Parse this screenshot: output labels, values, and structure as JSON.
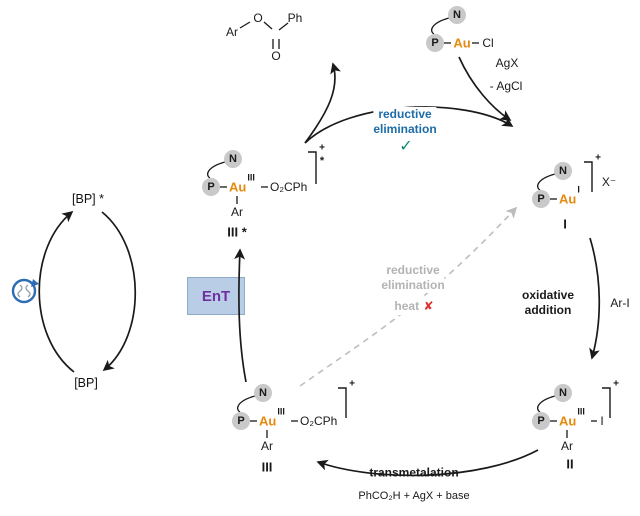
{
  "colors": {
    "au": "#e6890f",
    "accent_blue": "#1b6ca8",
    "check_green": "#0f8b78",
    "cross_red": "#e03131",
    "ent_purple": "#7030a0",
    "ent_box_bg": "#b9cde7",
    "ent_box_border": "#8fa9c9",
    "muted_gray": "#b3b3b3",
    "atom_circle_gray": "#c9c9c9",
    "photon_blue": "#2e6db4"
  },
  "product": {
    "ar": "Ar",
    "o_ester": "O",
    "o_carbonyl": "O",
    "ph": "Ph"
  },
  "precatalyst": {
    "n": "N",
    "p": "P",
    "au": "Au",
    "cl": "Cl"
  },
  "activation": {
    "reagent": "AgX",
    "byproduct": "- AgCl"
  },
  "reductive_elimination": {
    "line1": "reductive",
    "line2": "elimination",
    "check": "✓"
  },
  "complex_I": {
    "n": "N",
    "p": "P",
    "au": "Au",
    "ox": "I",
    "charge": "+",
    "counterion": "X⁻",
    "label": "I"
  },
  "oxidative_addition": {
    "line1": "oxidative",
    "line2": "addition",
    "reagent": "Ar-I"
  },
  "complex_II": {
    "n": "N",
    "p": "P",
    "au": "Au",
    "ox": "III",
    "ligand": "I",
    "ar": "Ar",
    "charge": "+",
    "label": "II"
  },
  "transmetalation": {
    "label": "transmetalation",
    "reagents": "PhCO₂H + AgX + base"
  },
  "complex_III": {
    "n": "N",
    "p": "P",
    "au": "Au",
    "ox": "III",
    "ligand": "O₂CPh",
    "ar": "Ar",
    "charge": "+",
    "label": "III"
  },
  "complex_III_star": {
    "n": "N",
    "p": "P",
    "au": "Au",
    "ox": "III",
    "ligand": "O₂CPh",
    "ar": "Ar",
    "charge": "+",
    "star": "*",
    "label": "III *"
  },
  "energy_transfer": {
    "label": "EnT"
  },
  "photocycle": {
    "excited": "[BP] *",
    "ground": "[BP]"
  },
  "thermal_path": {
    "line1": "reductive",
    "line2": "elimination",
    "heat": "heat",
    "cross": "✘"
  }
}
